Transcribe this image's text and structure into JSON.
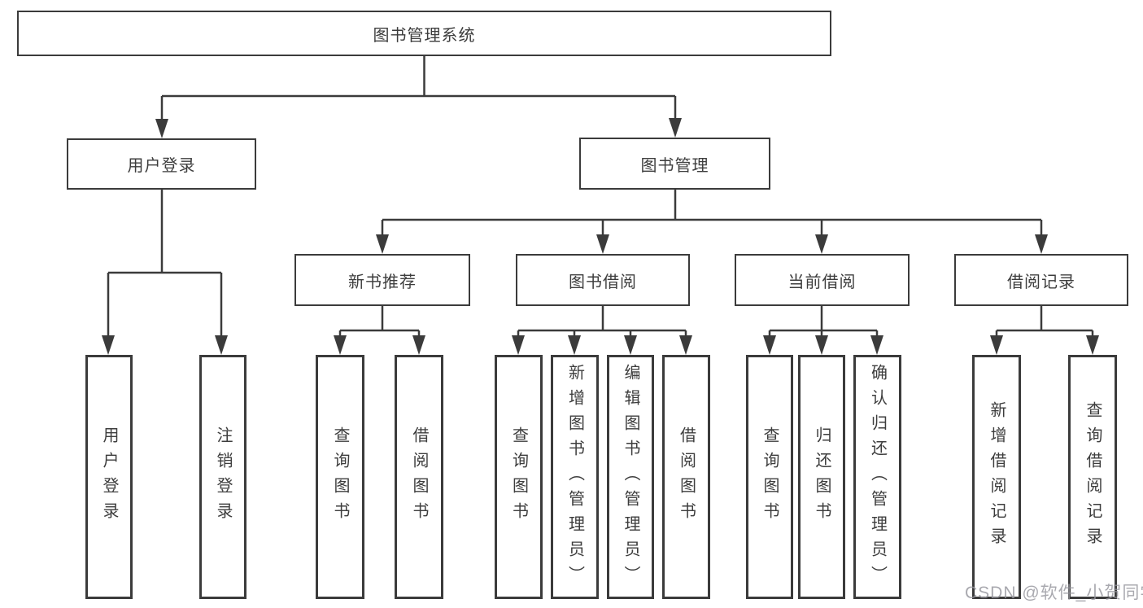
{
  "watermark": "CSDN @软件_小贺同学",
  "colors": {
    "line": "#3b3b3b",
    "text": "#3d3d3d",
    "background": "#ffffff",
    "watermark": "#9696a0"
  },
  "tree": {
    "label": "图书管理系统",
    "children": [
      {
        "label": "用户登录",
        "children": [
          {
            "label": "用户登录"
          },
          {
            "label": "注销登录"
          }
        ]
      },
      {
        "label": "图书管理",
        "children": [
          {
            "label": "新书推荐",
            "children": [
              {
                "label": "查询图书"
              },
              {
                "label": "借阅图书"
              }
            ]
          },
          {
            "label": "图书借阅",
            "children": [
              {
                "label": "查询图书"
              },
              {
                "label": "新增图书（管理员）"
              },
              {
                "label": "编辑图书（管理员）"
              },
              {
                "label": "借阅图书"
              }
            ]
          },
          {
            "label": "当前借阅",
            "children": [
              {
                "label": "查询图书"
              },
              {
                "label": "归还图书"
              },
              {
                "label": "确认归还（管理员）"
              }
            ]
          },
          {
            "label": "借阅记录",
            "children": [
              {
                "label": "新增借阅记录"
              },
              {
                "label": "查询借阅记录"
              }
            ]
          }
        ]
      }
    ]
  }
}
